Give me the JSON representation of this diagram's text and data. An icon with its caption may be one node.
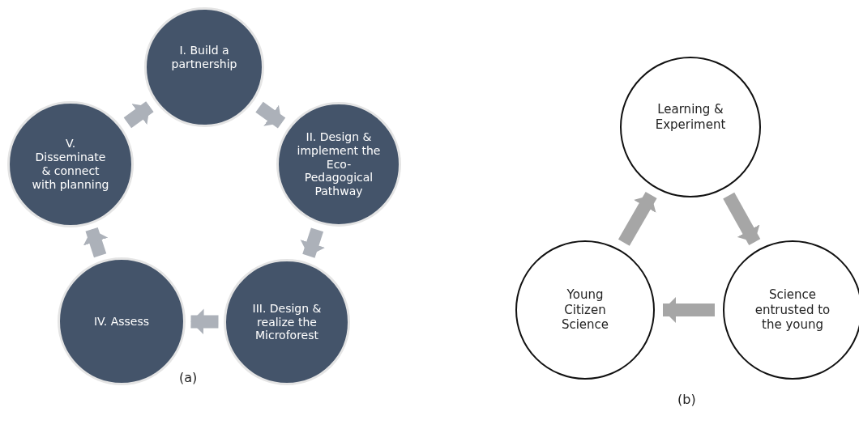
{
  "diagram": {
    "nodes": [
      {
        "text": [
          "I. Build a partnership"
        ]
      },
      {
        "text": [
          "II. Design & implement the Eco-Pedagogical Pathway"
        ]
      },
      {
        "text": [
          "III. Design & realize the Microforest"
        ]
      },
      {
        "text": [
          "IV. Assess"
        ]
      },
      {
        "text": [
          "V. Disseminate & connect with planning"
        ]
      },
      {
        "text": [
          "Learning & Experiment"
        ]
      },
      {
        "text": [
          "Science entrusted to the young"
        ]
      },
      {
        "text": [
          "Young Citizen Science"
        ]
      }
    ],
    "edges": [
      {
        "from": 0,
        "to": 1,
        "arrow": "to"
      },
      {
        "from": 1,
        "to": 2,
        "arrow": "to"
      },
      {
        "from": 2,
        "to": 3,
        "arrow": "to"
      },
      {
        "from": 3,
        "to": 4,
        "arrow": "to"
      },
      {
        "from": 4,
        "to": 0,
        "arrow": "to"
      },
      {
        "from": 5,
        "to": 6,
        "arrow": "to"
      },
      {
        "from": 6,
        "to": 7,
        "arrow": "to"
      },
      {
        "from": 7,
        "to": 5,
        "arrow": "to"
      }
    ],
    "labels": [
      "(a)",
      "(b)"
    ]
  }
}
